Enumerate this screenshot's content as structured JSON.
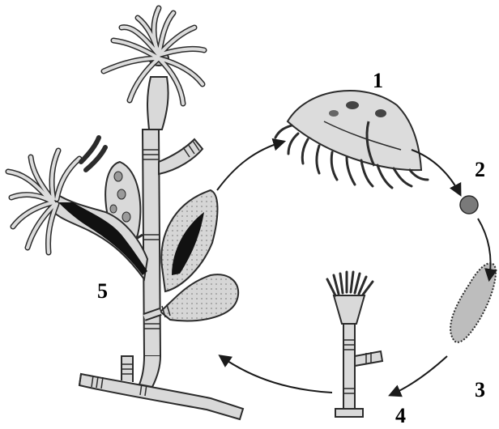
{
  "labels": {
    "stage_1": "1",
    "stage_2": "2",
    "stage_3": "3",
    "stage_4": "4",
    "stage_5": "5"
  },
  "colors": {
    "ink": "#1a1a1a",
    "stem_fill": "#d9d9d9",
    "stem_stroke": "#2b2b2b",
    "dark_gut": "#111111",
    "medusa_fill": "#dcdcdc",
    "planula_fill": "#bdbdbd",
    "egg_fill": "#7a7a7a",
    "background": "#ffffff"
  }
}
